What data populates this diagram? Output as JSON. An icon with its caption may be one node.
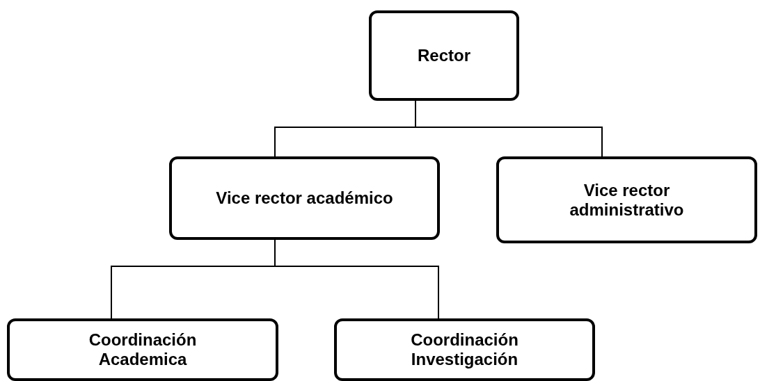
{
  "diagram": {
    "nodes": [
      {
        "text": [
          "Rector"
        ]
      },
      {
        "text": [
          "Vice rector académico"
        ]
      },
      {
        "text": [
          "Vice rector administrativo"
        ]
      },
      {
        "text": [
          "Coordinación Academica"
        ]
      },
      {
        "text": [
          "Coordinación Investigación"
        ]
      }
    ],
    "edges": [
      {
        "from": 0,
        "to": 1,
        "arrow": "none"
      },
      {
        "from": 0,
        "to": 2,
        "arrow": "none"
      },
      {
        "from": 1,
        "to": 3,
        "arrow": "none"
      },
      {
        "from": 1,
        "to": 4,
        "arrow": "none"
      }
    ]
  }
}
